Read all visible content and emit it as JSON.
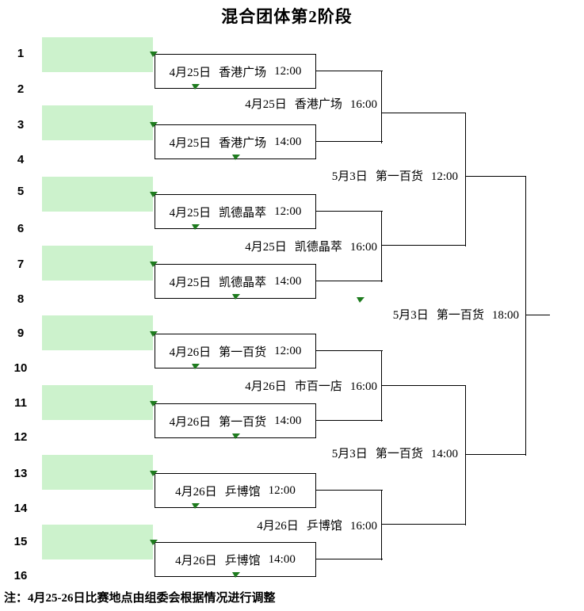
{
  "title": "混合团体第2阶段",
  "note": "注：4月25-26日比赛地点由组委会根据情况进行调整",
  "colors": {
    "slot_fill": "#ccf2cc",
    "line": "#000000",
    "flag_marker": "#1e7b1e",
    "text": "#000000",
    "background": "#ffffff"
  },
  "seeds": [
    "1",
    "2",
    "3",
    "4",
    "5",
    "6",
    "7",
    "8",
    "9",
    "10",
    "11",
    "12",
    "13",
    "14",
    "15",
    "16"
  ],
  "round1": [
    {
      "date": "4月25日",
      "venue": "香港广场",
      "time": "12:00"
    },
    {
      "date": "4月25日",
      "venue": "香港广场",
      "time": "14:00"
    },
    {
      "date": "4月25日",
      "venue": "凯德晶萃",
      "time": "12:00"
    },
    {
      "date": "4月25日",
      "venue": "凯德晶萃",
      "time": "14:00"
    },
    {
      "date": "4月26日",
      "venue": "第一百货",
      "time": "12:00"
    },
    {
      "date": "4月26日",
      "venue": "第一百货",
      "time": "14:00"
    },
    {
      "date": "4月26日",
      "venue": "乒博馆",
      "time": "12:00"
    },
    {
      "date": "4月26日",
      "venue": "乒博馆",
      "time": "14:00"
    }
  ],
  "round2": [
    {
      "date": "4月25日",
      "venue": "香港广场",
      "time": "16:00"
    },
    {
      "date": "4月25日",
      "venue": "凯德晶萃",
      "time": "16:00"
    },
    {
      "date": "4月26日",
      "venue": "市百一店",
      "time": "16:00"
    },
    {
      "date": "4月26日",
      "venue": "乒博馆",
      "time": "16:00"
    }
  ],
  "semifinals": [
    {
      "date": "5月3日",
      "venue": "第一百货",
      "time": "12:00"
    },
    {
      "date": "5月3日",
      "venue": "第一百货",
      "time": "14:00"
    }
  ],
  "final": {
    "date": "5月3日",
    "venue": "第一百货",
    "time": "18:00"
  }
}
